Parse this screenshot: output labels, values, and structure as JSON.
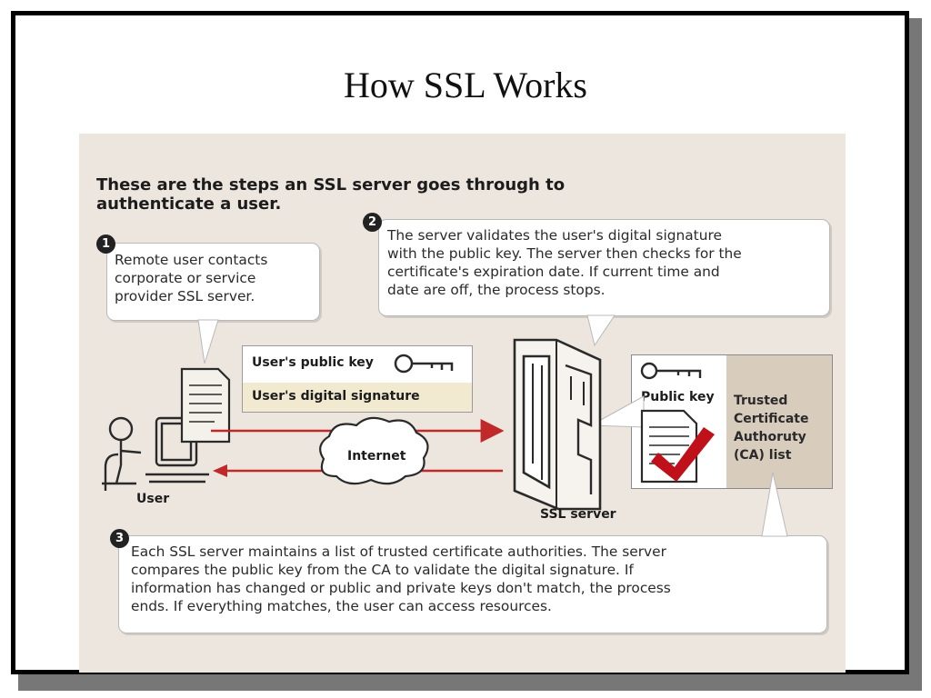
{
  "slide": {
    "title": "How SSL Works"
  },
  "figure": {
    "heading": "These are the steps an SSL server goes through to\nauthenticate a user.",
    "steps": [
      {
        "number": "1",
        "text": "Remote user contacts\ncorporate or service\nprovider SSL server."
      },
      {
        "number": "2",
        "text": "The server validates the user's digital signature\nwith the public key. The server then checks for the\ncertificate's expiration date. If current time and\ndate are off, the process stops."
      },
      {
        "number": "3",
        "text": "Each SSL server maintains a list of trusted certificate authorities. The server\ncompares the public key from the CA to validate the digital signature. If\ninformation has changed or public and private keys don't match, the process\nends. If everything matches, the user can access resources."
      }
    ],
    "key_box": {
      "public_key": "User's public key",
      "digital_signature": "User's digital signature"
    },
    "ca_box": {
      "public_key": "Public key",
      "list_label": "Trusted\nCertificate\nAuthoruty\n(CA) list"
    },
    "labels": {
      "user": "User",
      "internet": "Internet",
      "ssl_server": "SSL server"
    },
    "colors": {
      "arrow": "#c0282a",
      "checkmark": "#c0101a",
      "background": "#ece6de",
      "ca_list": "#d8ccbd",
      "signature_row": "#f2ead0"
    },
    "icons": [
      "key-icon",
      "document-icon",
      "user-computer-icon",
      "server-icon",
      "cloud-icon",
      "checkmark-icon"
    ]
  }
}
